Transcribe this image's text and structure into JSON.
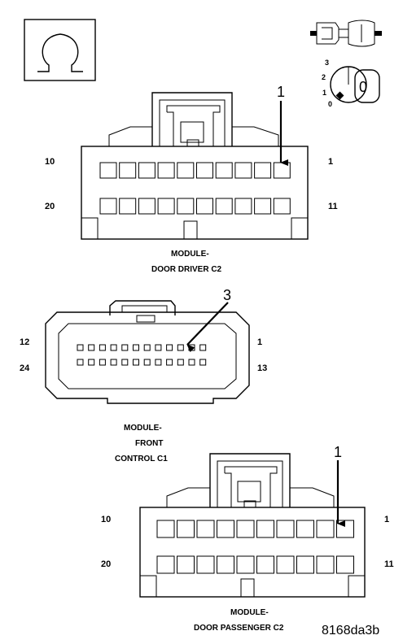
{
  "symbols": {
    "ohm_icon": "ohmmeter-symbol",
    "connector_icon": "connector-disconnect-icon",
    "ignition_icon": "ignition-switch-off-icon",
    "ignition_positions": [
      "3",
      "2",
      "1",
      "0"
    ],
    "ignition_key_label": "0"
  },
  "connectors": {
    "driver": {
      "pin_top_left": "10",
      "pin_top_right": "1",
      "pin_bottom_left": "20",
      "pin_bottom_right": "11",
      "callout": "1",
      "caption_line1": "MODULE-",
      "caption_line2": "DOOR DRIVER C2"
    },
    "front": {
      "pin_top_left": "12",
      "pin_top_right": "1",
      "pin_bottom_left": "24",
      "pin_bottom_right": "13",
      "callout": "3",
      "caption_line1": "MODULE-",
      "caption_line2": "FRONT",
      "caption_line3": "CONTROL C1"
    },
    "passenger": {
      "pin_top_left": "10",
      "pin_top_right": "1",
      "pin_bottom_left": "20",
      "pin_bottom_right": "11",
      "callout": "1",
      "caption_line1": "MODULE-",
      "caption_line2": "DOOR PASSENGER C2"
    }
  },
  "figure_id": "8168da3b"
}
